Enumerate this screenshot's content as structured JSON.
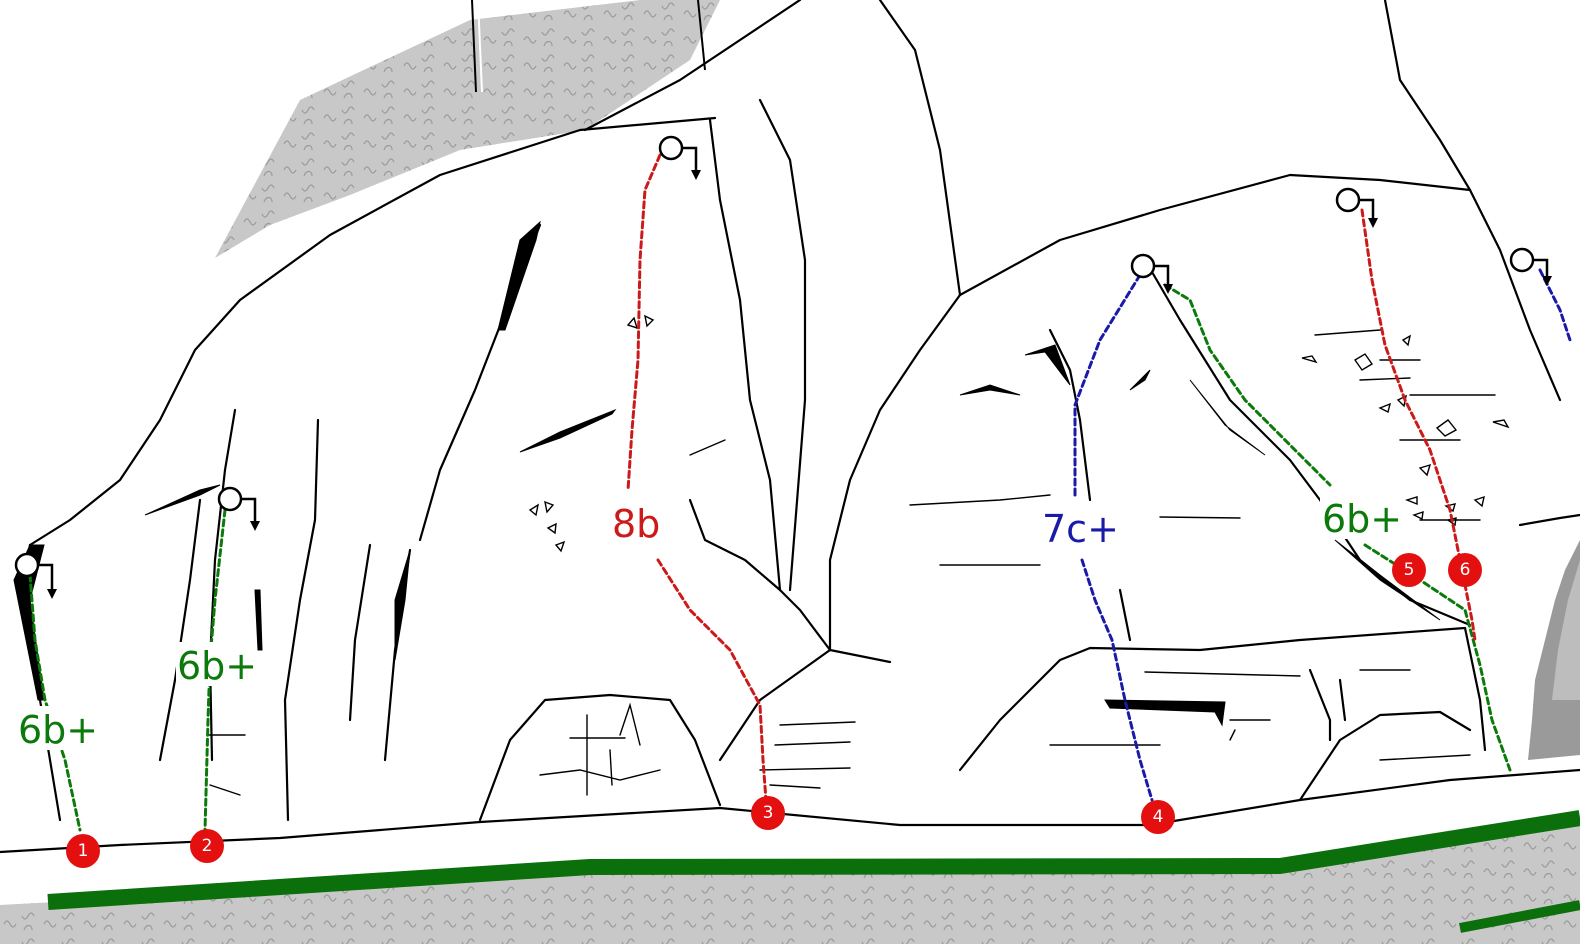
{
  "colors": {
    "green": "#0b7a0b",
    "red": "#cc1a1a",
    "blue": "#1a1aa8",
    "badge": "#e41010",
    "scree": "#c8c8c8",
    "trail": "#0b6f0b"
  },
  "icons": {
    "anchor": "lower-off-ring-icon",
    "arrow": "lower-off-arrow-icon"
  },
  "routes": [
    {
      "number": "1",
      "grade": "6b+",
      "color": "green"
    },
    {
      "number": "2",
      "grade": "6b+",
      "color": "green"
    },
    {
      "number": "3",
      "grade": "8b",
      "color": "red"
    },
    {
      "number": "4",
      "grade": "7c+",
      "color": "blue"
    },
    {
      "number": "5",
      "grade": "6b+",
      "color": "green"
    },
    {
      "number": "6",
      "grade": "",
      "color": "red"
    }
  ]
}
